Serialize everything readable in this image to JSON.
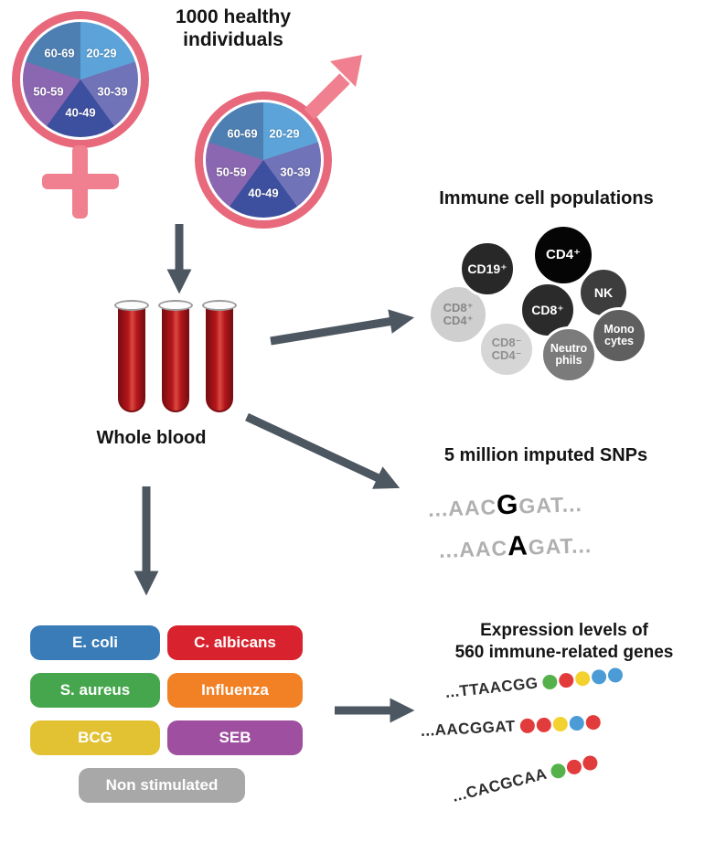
{
  "header": {
    "title": "1000 healthy individuals"
  },
  "demographics": {
    "age_groups": [
      "20-29",
      "30-39",
      "40-49",
      "50-59",
      "60-69"
    ],
    "age_colors": [
      "#5ba3d9",
      "#7173b8",
      "#3d4f9f",
      "#8a67b0",
      "#4d7fb3"
    ],
    "symbol_color": "#f0808f",
    "ring_color": "#e7697b"
  },
  "blood": {
    "label": "Whole blood"
  },
  "immune_cells": {
    "title": "Immune cell populations",
    "cells": [
      {
        "name": "CD19+",
        "lines": [
          "CD19⁺"
        ],
        "bg": "#282828",
        "fg": "#ffffff"
      },
      {
        "name": "CD4+",
        "lines": [
          "CD4⁺"
        ],
        "bg": "#050505",
        "fg": "#ffffff"
      },
      {
        "name": "NK",
        "lines": [
          "NK"
        ],
        "bg": "#3d3d3d",
        "fg": "#ffffff"
      },
      {
        "name": "CD8+",
        "lines": [
          "CD8⁺"
        ],
        "bg": "#2b2b2b",
        "fg": "#ffffff"
      },
      {
        "name": "CD8+ CD4+",
        "lines": [
          "CD8⁺",
          "CD4⁺"
        ],
        "bg": "#cfcfcf",
        "fg": "#878787"
      },
      {
        "name": "Monocytes",
        "lines": [
          "Mono",
          "cytes"
        ],
        "bg": "#5f5f5f",
        "fg": "#ffffff"
      },
      {
        "name": "Neutrophils",
        "lines": [
          "Neutro",
          "phils"
        ],
        "bg": "#7b7b7b",
        "fg": "#ffffff"
      },
      {
        "name": "CD8- CD4-",
        "lines": [
          "CD8⁻",
          "CD4⁻"
        ],
        "bg": "#d6d6d6",
        "fg": "#8f8f8f"
      }
    ]
  },
  "snps": {
    "title": "5 million imputed SNPs",
    "rows": [
      {
        "pre": "...AAC",
        "variant": "G",
        "post": "GAT..."
      },
      {
        "pre": "...AAC",
        "variant": "A",
        "post": "GAT..."
      }
    ]
  },
  "stimuli": [
    {
      "label": "E. coli",
      "color": "#3a7cb8"
    },
    {
      "label": "C. albicans",
      "color": "#d8232e"
    },
    {
      "label": "S. aureus",
      "color": "#45a64d"
    },
    {
      "label": "Influenza",
      "color": "#f28024"
    },
    {
      "label": "BCG",
      "color": "#e2c232"
    },
    {
      "label": "SEB",
      "color": "#9e4fa0"
    },
    {
      "label": "Non stimulated",
      "color": "#a8a8a8"
    }
  ],
  "expression": {
    "title_line1": "Expression levels of",
    "title_line2": "560 immune-related genes",
    "rows": [
      {
        "seq": "...TTAACGG",
        "dots": [
          "#55b24b",
          "#e23b3b",
          "#f3d230",
          "#4b9bd7",
          "#4b9bd7"
        ]
      },
      {
        "seq": "...AACGGAT",
        "dots": [
          "#e23b3b",
          "#e23b3b",
          "#f3d230",
          "#4b9bd7",
          "#e23b3b"
        ]
      },
      {
        "seq": "...CACGCAA",
        "dots": [
          "#55b24b",
          "#e23b3b",
          "#e23b3b"
        ]
      }
    ]
  }
}
